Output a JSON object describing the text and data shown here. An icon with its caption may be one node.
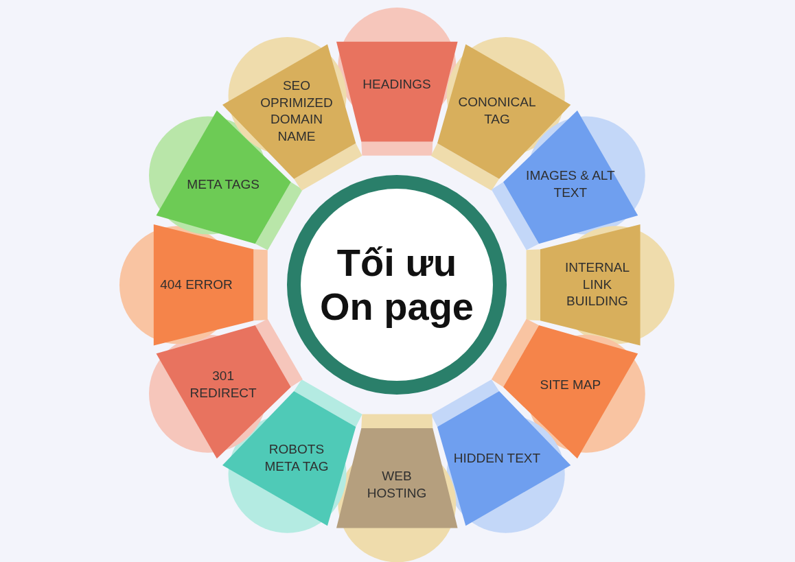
{
  "diagram": {
    "nodes": [
      {
        "text": [
          "Tối ưu On page"
        ]
      },
      {
        "text": [
          "HEADINGS"
        ]
      },
      {
        "text": [
          "CONONICAL TAG"
        ]
      },
      {
        "text": [
          "IMAGES & ALT TEXT"
        ]
      },
      {
        "text": [
          "INTERNAL LINK BUILDING"
        ]
      },
      {
        "text": [
          "SITE MAP"
        ]
      },
      {
        "text": [
          "HIDDEN TEXT"
        ]
      },
      {
        "text": [
          "WEB HOSTING"
        ]
      },
      {
        "text": [
          "ROBOTS META TAG"
        ]
      },
      {
        "text": [
          "301 REDIRECT"
        ]
      },
      {
        "text": [
          "404 ERROR"
        ]
      },
      {
        "text": [
          "META TAGS"
        ]
      },
      {
        "text": [
          "SEO OPRIMIZED DOMAIN NAME"
        ]
      }
    ]
  }
}
